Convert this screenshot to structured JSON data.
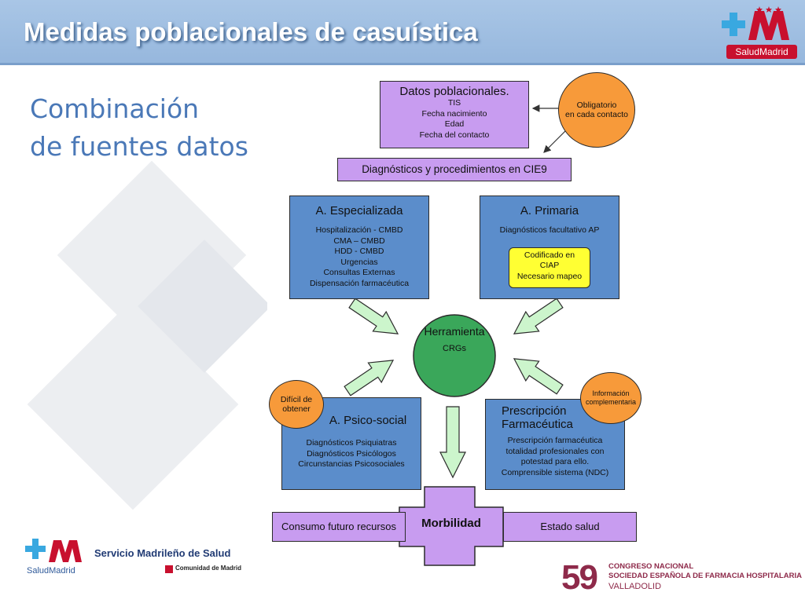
{
  "header": {
    "title": "Medidas poblacionales de casuística",
    "logo_text": "SaludMadrid"
  },
  "subtitle": {
    "line1": "Combinación",
    "line2": "de fuentes datos"
  },
  "diagram": {
    "datos_poblacionales": {
      "title": "Datos poblacionales.",
      "items": [
        "TIS",
        "Fecha nacimiento",
        "Edad",
        "Fecha del contacto"
      ]
    },
    "obligatorio": [
      "Obligatorio",
      "en cada contacto"
    ],
    "diagnosticos_cie9": "Diagnósticos y procedimientos en CIE9",
    "especializada": {
      "title": "A. Especializada",
      "items": [
        "Hospitalización - CMBD",
        "CMA – CMBD",
        "HDD - CMBD",
        "Urgencias",
        "Consultas Externas",
        "Dispensación farmacéutica"
      ]
    },
    "primaria": {
      "title": "A. Primaria",
      "items": [
        "Diagnósticos facultativo AP"
      ],
      "note": [
        "Codificado en",
        "CIAP",
        "Necesario mapeo"
      ]
    },
    "herramienta": {
      "title": "Herramienta",
      "sub": "CRGs"
    },
    "dificil": [
      "Difícil de",
      "obtener"
    ],
    "informacion": [
      "Información",
      "complementaria"
    ],
    "psicosocial": {
      "title": "A. Psico-social",
      "items": [
        "Diagnósticos Psiquiatras",
        "Diagnósticos Psicólogos",
        "Circunstancias Psicosociales"
      ]
    },
    "prescripcion": {
      "title_line1": "Prescripción",
      "title_line2": "Farmacéutica",
      "items": [
        "Prescripción farmacéutica",
        "totalidad profesionales con",
        "potestad para ello.",
        "Comprensible sistema (NDC)"
      ]
    },
    "consumo": "Consumo futuro recursos",
    "morbilidad": "Morbilidad",
    "estado_salud": "Estado salud"
  },
  "footer": {
    "logo_text": "SaludMadrid",
    "org": "Servicio Madrileño de Salud",
    "comunidad": "Comunidad de Madrid",
    "congress_number": "59",
    "congress_line1": "CONGRESO NACIONAL",
    "congress_line2": "SOCIEDAD ESPAÑOLA DE FARMACIA HOSPITALARIA",
    "congress_city": "VALLADOLID"
  },
  "colors": {
    "header_bg": "#a9c6e6",
    "subtitle": "#4a78b7",
    "lilac": "#c89cf0",
    "blue_box": "#5b8dcb",
    "orange": "#f79a3a",
    "green": "#3aa75a",
    "yellow": "#ffff33",
    "arrow_fill": "#ccf5cc",
    "brand_red": "#c8102e",
    "brand_blue": "#39a8e0",
    "congress": "#8e2a4a"
  }
}
